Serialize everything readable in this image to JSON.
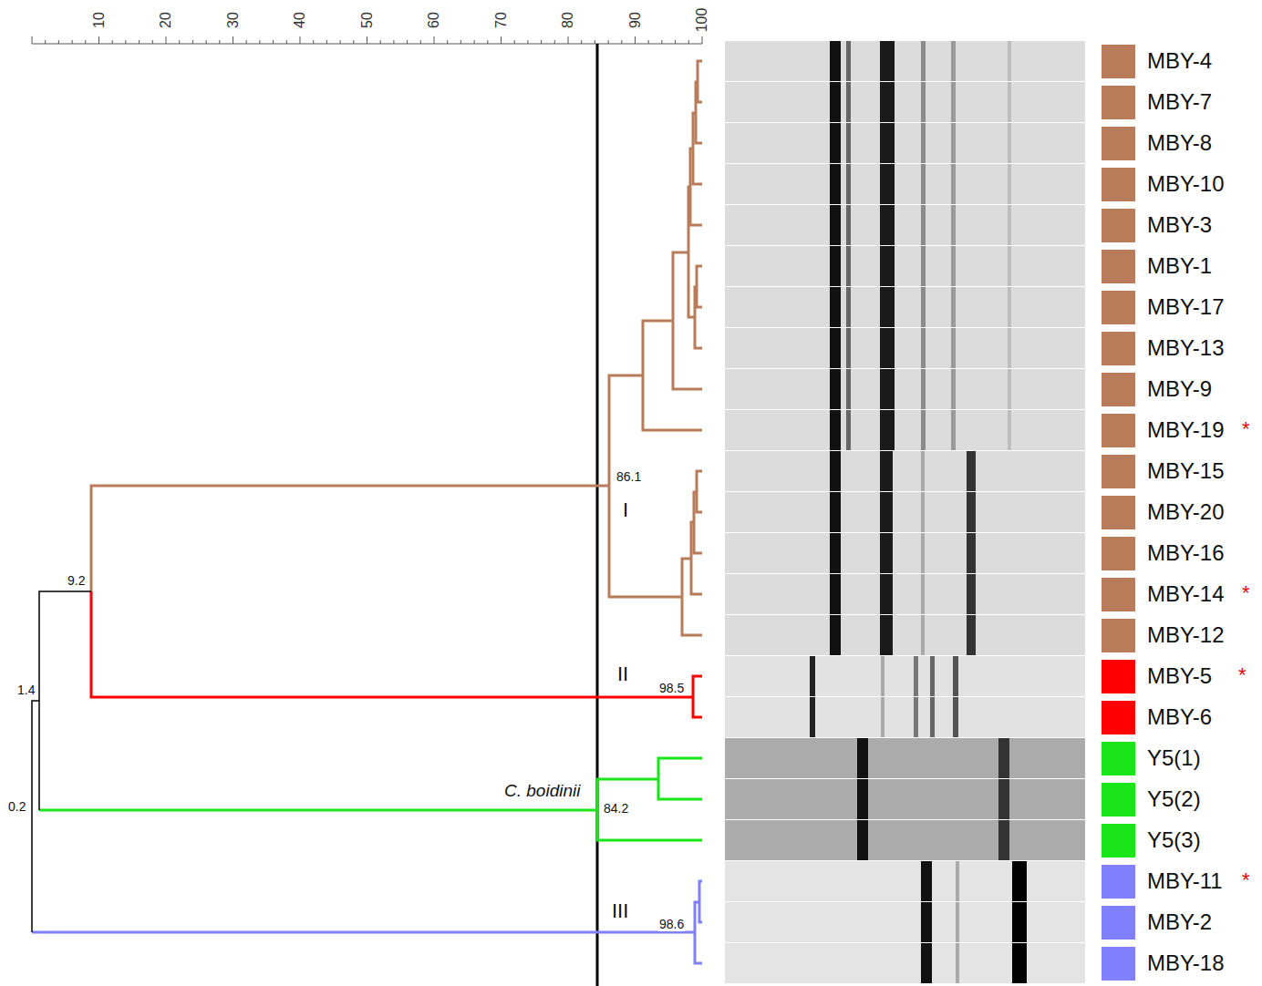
{
  "diagram": {
    "labels": [
      "10",
      "20",
      "30",
      "40",
      "50",
      "60",
      "70",
      "80",
      "90",
      "100",
      "9.2",
      "1.4",
      "0.2",
      "86.1",
      "I",
      "II",
      "98.5",
      "C. boidinii",
      "84.2",
      "III",
      "98.6",
      "*",
      "*",
      "*",
      "*"
    ],
    "legend": [
      {
        "text": "MBY-4",
        "color": "#b97c5a"
      },
      {
        "text": "MBY-7",
        "color": "#b97c5a"
      },
      {
        "text": "MBY-8",
        "color": "#b97c5a"
      },
      {
        "text": "MBY-10",
        "color": "#b97c5a"
      },
      {
        "text": "MBY-3",
        "color": "#b97c5a"
      },
      {
        "text": "MBY-1",
        "color": "#b97c5a"
      },
      {
        "text": "MBY-17",
        "color": "#b97c5a"
      },
      {
        "text": "MBY-13",
        "color": "#b97c5a"
      },
      {
        "text": "MBY-9",
        "color": "#b97c5a"
      },
      {
        "text": "MBY-19",
        "color": "#b97c5a"
      },
      {
        "text": "MBY-15",
        "color": "#b97c5a"
      },
      {
        "text": "MBY-20",
        "color": "#b97c5a"
      },
      {
        "text": "MBY-16",
        "color": "#b97c5a"
      },
      {
        "text": "MBY-14",
        "color": "#b97c5a"
      },
      {
        "text": "MBY-12",
        "color": "#b97c5a"
      },
      {
        "text": "MBY-5",
        "color": "#ff0000"
      },
      {
        "text": "MBY-6",
        "color": "#ff0000"
      },
      {
        "text": "Y5(1)",
        "color": "#19e619"
      },
      {
        "text": "Y5(2)",
        "color": "#19e619"
      },
      {
        "text": "Y5(3)",
        "color": "#19e619"
      },
      {
        "text": "MBY-11",
        "color": "#8080ff"
      },
      {
        "text": "MBY-2",
        "color": "#8080ff"
      },
      {
        "text": "MBY-18",
        "color": "#8080ff"
      }
    ]
  }
}
